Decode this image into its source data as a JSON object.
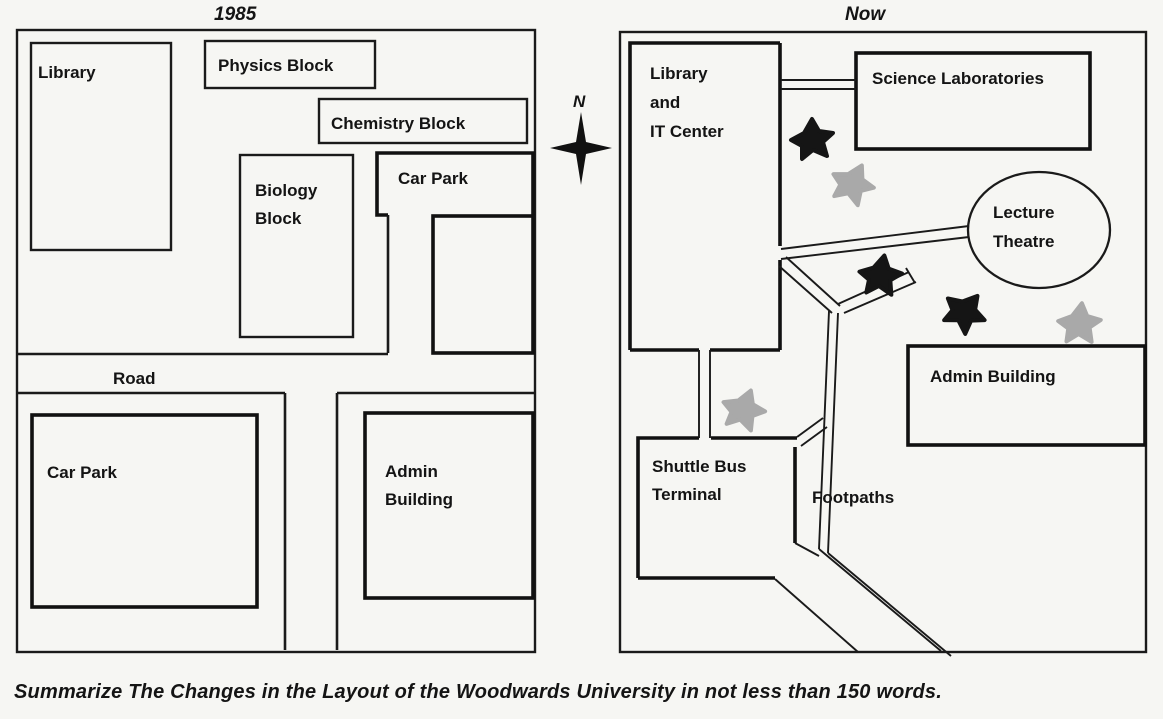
{
  "diagram": {
    "caption": "Summarize The Changes in the Layout of the Woodwards University in not less than 150 words.",
    "compass_label": "N",
    "map_1985": {
      "title": "1985",
      "labels": {
        "library": "Library",
        "physics_block": "Physics Block",
        "chemistry_block": "Chemistry Block",
        "biology_block_line1": "Biology",
        "biology_block_line2": "Block",
        "car_park_top": "Car Park",
        "road": "Road",
        "car_park_bottom": "Car Park",
        "admin_line1": "Admin",
        "admin_line2": "Building"
      }
    },
    "map_now": {
      "title": "Now",
      "labels": {
        "library_line1": "Library",
        "library_line2": "and",
        "library_line3": "IT Center",
        "science_labs": "Science Laboratories",
        "lecture_line1": "Lecture",
        "lecture_line2": "Theatre",
        "admin_building": "Admin Building",
        "shuttle_line1": "Shuttle Bus",
        "shuttle_line2": "Terminal",
        "footpaths": "Footpaths"
      }
    },
    "colors": {
      "ink": "#1a1a1a",
      "tree_dark": "#151515",
      "tree_light": "#a9a9a9",
      "background": "#f6f6f3"
    }
  }
}
